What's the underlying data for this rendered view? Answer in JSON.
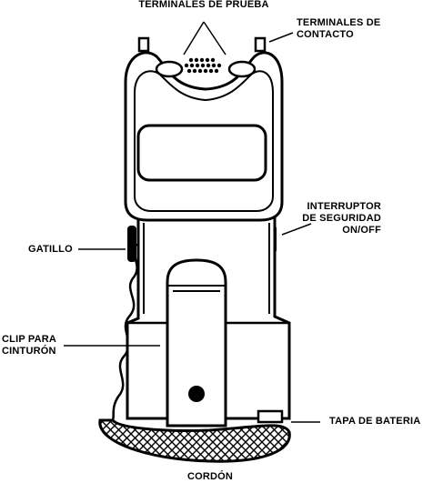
{
  "labels": {
    "test_terminals": "TERMINALES DE PRUEBA",
    "contact_terminals_line1": "TERMINALES DE",
    "contact_terminals_line2": "CONTACTO",
    "safety_switch_line1": "INTERRUPTOR",
    "safety_switch_line2": "DE SEGURIDAD",
    "safety_switch_line3": "ON/OFF",
    "trigger": "GATILLO",
    "belt_clip_line1": "CLIP PARA",
    "belt_clip_line2": "CINTURÓN",
    "battery_cover": "TAPA DE BATERIA",
    "cord": "CORDÓN"
  }
}
